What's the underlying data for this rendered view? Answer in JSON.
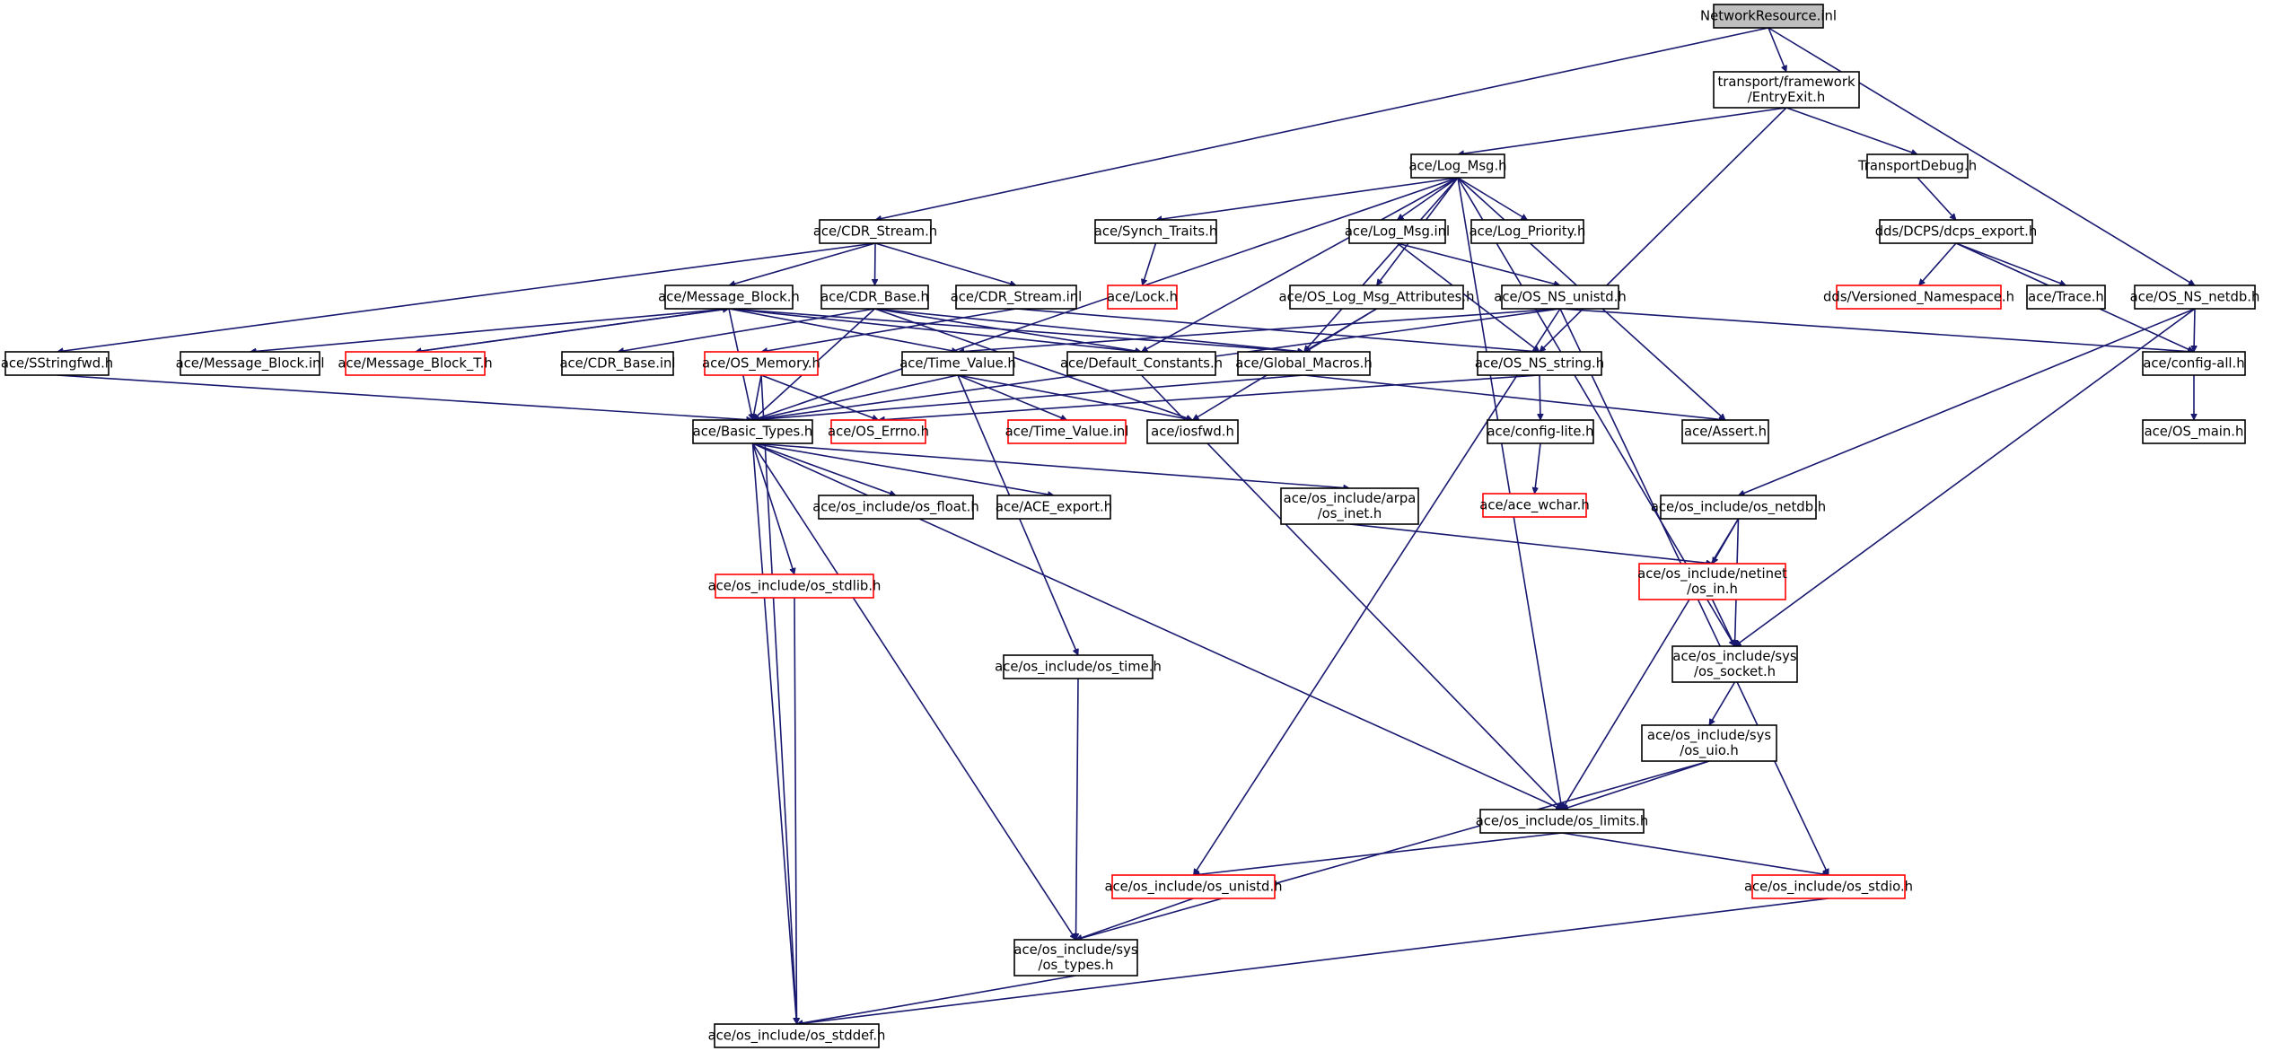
{
  "colors": {
    "edge": "#191970",
    "border_default": "#000000",
    "border_incomplete": "#ff0000",
    "root_fill": "#bfbfbf",
    "node_fill": "#ffffff"
  },
  "nodes": [
    {
      "id": "root",
      "lines": [
        "NetworkResource.inl"
      ],
      "style": "root"
    },
    {
      "id": "entryexit",
      "lines": [
        "transport/framework",
        "/EntryExit.h"
      ],
      "style": "normal"
    },
    {
      "id": "logmsg",
      "lines": [
        "ace/Log_Msg.h"
      ],
      "style": "normal"
    },
    {
      "id": "transportdebug",
      "lines": [
        "TransportDebug.h"
      ],
      "style": "normal"
    },
    {
      "id": "cdrstream",
      "lines": [
        "ace/CDR_Stream.h"
      ],
      "style": "normal"
    },
    {
      "id": "synchtraits",
      "lines": [
        "ace/Synch_Traits.h"
      ],
      "style": "normal"
    },
    {
      "id": "logmsginl",
      "lines": [
        "ace/Log_Msg.inl"
      ],
      "style": "normal"
    },
    {
      "id": "logpriority",
      "lines": [
        "ace/Log_Priority.h"
      ],
      "style": "normal"
    },
    {
      "id": "dcpsexport",
      "lines": [
        "dds/DCPS/dcps_export.h"
      ],
      "style": "normal"
    },
    {
      "id": "lock",
      "lines": [
        "ace/Lock.h"
      ],
      "style": "incomplete"
    },
    {
      "id": "versionedns",
      "lines": [
        "dds/Versioned_Namespace.h"
      ],
      "style": "incomplete"
    },
    {
      "id": "trace",
      "lines": [
        "ace/Trace.h"
      ],
      "style": "normal"
    },
    {
      "id": "msgblock",
      "lines": [
        "ace/Message_Block.h"
      ],
      "style": "normal"
    },
    {
      "id": "cdrbase",
      "lines": [
        "ace/CDR_Base.h"
      ],
      "style": "normal"
    },
    {
      "id": "cdrstreaminl",
      "lines": [
        "ace/CDR_Stream.inl"
      ],
      "style": "normal"
    },
    {
      "id": "oslogmsgattr",
      "lines": [
        "ace/OS_Log_Msg_Attributes.h"
      ],
      "style": "normal"
    },
    {
      "id": "osnsunistd",
      "lines": [
        "ace/OS_NS_unistd.h"
      ],
      "style": "normal"
    },
    {
      "id": "osnsnetdb",
      "lines": [
        "ace/OS_NS_netdb.h"
      ],
      "style": "normal"
    },
    {
      "id": "sstringfwd",
      "lines": [
        "ace/SStringfwd.h"
      ],
      "style": "normal"
    },
    {
      "id": "msgblockinl",
      "lines": [
        "ace/Message_Block.inl"
      ],
      "style": "normal"
    },
    {
      "id": "msgblockt",
      "lines": [
        "ace/Message_Block_T.h"
      ],
      "style": "incomplete"
    },
    {
      "id": "cdrbaseinl",
      "lines": [
        "ace/CDR_Base.inl"
      ],
      "style": "normal"
    },
    {
      "id": "osmemory",
      "lines": [
        "ace/OS_Memory.h"
      ],
      "style": "incomplete"
    },
    {
      "id": "timevalue",
      "lines": [
        "ace/Time_Value.h"
      ],
      "style": "normal"
    },
    {
      "id": "defaultconst",
      "lines": [
        "ace/Default_Constants.h"
      ],
      "style": "normal"
    },
    {
      "id": "globalmacros",
      "lines": [
        "ace/Global_Macros.h"
      ],
      "style": "normal"
    },
    {
      "id": "osnsstring",
      "lines": [
        "ace/OS_NS_string.h"
      ],
      "style": "normal"
    },
    {
      "id": "configall",
      "lines": [
        "ace/config-all.h"
      ],
      "style": "normal"
    },
    {
      "id": "basictypes",
      "lines": [
        "ace/Basic_Types.h"
      ],
      "style": "normal"
    },
    {
      "id": "oserrno",
      "lines": [
        "ace/OS_Errno.h"
      ],
      "style": "incomplete"
    },
    {
      "id": "timevalueinl",
      "lines": [
        "ace/Time_Value.inl"
      ],
      "style": "incomplete"
    },
    {
      "id": "iosfwd",
      "lines": [
        "ace/iosfwd.h"
      ],
      "style": "normal"
    },
    {
      "id": "configlite",
      "lines": [
        "ace/config-lite.h"
      ],
      "style": "normal"
    },
    {
      "id": "assert",
      "lines": [
        "ace/Assert.h"
      ],
      "style": "normal"
    },
    {
      "id": "osmain",
      "lines": [
        "ace/OS_main.h"
      ],
      "style": "normal"
    },
    {
      "id": "osfloat",
      "lines": [
        "ace/os_include/os_float.h"
      ],
      "style": "normal"
    },
    {
      "id": "aceexport",
      "lines": [
        "ace/ACE_export.h"
      ],
      "style": "normal"
    },
    {
      "id": "osinet",
      "lines": [
        "ace/os_include/arpa",
        "/os_inet.h"
      ],
      "style": "normal"
    },
    {
      "id": "acewchar",
      "lines": [
        "ace/ace_wchar.h"
      ],
      "style": "incomplete"
    },
    {
      "id": "osnetdb",
      "lines": [
        "ace/os_include/os_netdb.h"
      ],
      "style": "normal"
    },
    {
      "id": "osstdlib",
      "lines": [
        "ace/os_include/os_stdlib.h"
      ],
      "style": "incomplete"
    },
    {
      "id": "osin",
      "lines": [
        "ace/os_include/netinet",
        "/os_in.h"
      ],
      "style": "incomplete"
    },
    {
      "id": "ossocket",
      "lines": [
        "ace/os_include/sys",
        "/os_socket.h"
      ],
      "style": "normal"
    },
    {
      "id": "ostime",
      "lines": [
        "ace/os_include/os_time.h"
      ],
      "style": "normal"
    },
    {
      "id": "osuio",
      "lines": [
        "ace/os_include/sys",
        "/os_uio.h"
      ],
      "style": "normal"
    },
    {
      "id": "oslimits",
      "lines": [
        "ace/os_include/os_limits.h"
      ],
      "style": "normal"
    },
    {
      "id": "osunistd",
      "lines": [
        "ace/os_include/os_unistd.h"
      ],
      "style": "incomplete"
    },
    {
      "id": "osstdio",
      "lines": [
        "ace/os_include/os_stdio.h"
      ],
      "style": "incomplete"
    },
    {
      "id": "systypes",
      "lines": [
        "ace/os_include/sys",
        "/os_types.h"
      ],
      "style": "normal"
    },
    {
      "id": "osstddef",
      "lines": [
        "ace/os_include/os_stddef.h"
      ],
      "style": "normal"
    }
  ],
  "edges": [
    [
      "root",
      "entryexit"
    ],
    [
      "root",
      "cdrstream"
    ],
    [
      "root",
      "osnsnetdb"
    ],
    [
      "entryexit",
      "logmsg"
    ],
    [
      "entryexit",
      "transportdebug"
    ],
    [
      "entryexit",
      "osnsstring"
    ],
    [
      "transportdebug",
      "dcpsexport"
    ],
    [
      "dcpsexport",
      "versionedns"
    ],
    [
      "dcpsexport",
      "trace"
    ],
    [
      "dcpsexport",
      "configall"
    ],
    [
      "logmsg",
      "basictypes"
    ],
    [
      "logmsg",
      "synchtraits"
    ],
    [
      "logmsg",
      "logmsginl"
    ],
    [
      "logmsg",
      "logpriority"
    ],
    [
      "logmsg",
      "oslogmsgattr"
    ],
    [
      "logmsg",
      "globalmacros"
    ],
    [
      "logmsg",
      "defaultconst"
    ],
    [
      "logmsg",
      "assert"
    ],
    [
      "logmsg",
      "oslimits"
    ],
    [
      "logmsg",
      "ossocket"
    ],
    [
      "synchtraits",
      "lock"
    ],
    [
      "logmsginl",
      "osnsunistd"
    ],
    [
      "logmsginl",
      "osnsstring"
    ],
    [
      "cdrstream",
      "sstringfwd"
    ],
    [
      "cdrstream",
      "msgblock"
    ],
    [
      "cdrstream",
      "cdrbase"
    ],
    [
      "cdrstream",
      "cdrstreaminl"
    ],
    [
      "sstringfwd",
      "basictypes"
    ],
    [
      "msgblock",
      "msgblockinl"
    ],
    [
      "msgblock",
      "msgblockt"
    ],
    [
      "msgblock",
      "timevalue"
    ],
    [
      "msgblock",
      "defaultconst"
    ],
    [
      "msgblock",
      "globalmacros"
    ],
    [
      "msgblock",
      "basictypes"
    ],
    [
      "msgblockt",
      "msgblock"
    ],
    [
      "cdrbase",
      "cdrbaseinl"
    ],
    [
      "cdrbase",
      "basictypes"
    ],
    [
      "cdrbase",
      "defaultconst"
    ],
    [
      "cdrbase",
      "globalmacros"
    ],
    [
      "cdrbase",
      "iosfwd"
    ],
    [
      "cdrstreaminl",
      "osmemory"
    ],
    [
      "cdrstreaminl",
      "osnsstring"
    ],
    [
      "osmemory",
      "basictypes"
    ],
    [
      "osmemory",
      "oserrno"
    ],
    [
      "osmemory",
      "osstddef"
    ],
    [
      "timevalue",
      "basictypes"
    ],
    [
      "timevalue",
      "timevalueinl"
    ],
    [
      "timevalue",
      "iosfwd"
    ],
    [
      "timevalue",
      "ostime"
    ],
    [
      "defaultconst",
      "oslimits"
    ],
    [
      "globalmacros",
      "assert"
    ],
    [
      "globalmacros",
      "basictypes"
    ],
    [
      "oslogmsgattr",
      "iosfwd"
    ],
    [
      "oslogmsgattr",
      "globalmacros"
    ],
    [
      "osnsunistd",
      "timevalue"
    ],
    [
      "osnsunistd",
      "basictypes"
    ],
    [
      "osnsunistd",
      "osunistd"
    ],
    [
      "osnsunistd",
      "configall"
    ],
    [
      "osnsunistd",
      "osstdio"
    ],
    [
      "osnsstring",
      "configlite"
    ],
    [
      "osnsstring",
      "oserrno"
    ],
    [
      "configlite",
      "acewchar"
    ],
    [
      "osnsnetdb",
      "configall"
    ],
    [
      "osnsnetdb",
      "osnetdb"
    ],
    [
      "osnsnetdb",
      "ossocket"
    ],
    [
      "configall",
      "osmain"
    ],
    [
      "basictypes",
      "osfloat"
    ],
    [
      "basictypes",
      "aceexport"
    ],
    [
      "basictypes",
      "osinet"
    ],
    [
      "basictypes",
      "osstdlib"
    ],
    [
      "basictypes",
      "systypes"
    ],
    [
      "basictypes",
      "osstddef"
    ],
    [
      "basictypes",
      "oslimits"
    ],
    [
      "osstdlib",
      "osstddef"
    ],
    [
      "osinet",
      "osin"
    ],
    [
      "osnetdb",
      "osin"
    ],
    [
      "osnetdb",
      "ossocket"
    ],
    [
      "osnetdb",
      "oslimits"
    ],
    [
      "osin",
      "ossocket"
    ],
    [
      "ossocket",
      "osuio"
    ],
    [
      "osuio",
      "oslimits"
    ],
    [
      "osuio",
      "systypes"
    ],
    [
      "ostime",
      "systypes"
    ],
    [
      "oslimits",
      "osunistd"
    ],
    [
      "oslimits",
      "osstdio"
    ],
    [
      "osunistd",
      "systypes"
    ],
    [
      "systypes",
      "osstddef"
    ],
    [
      "osstdio",
      "osstddef"
    ]
  ]
}
